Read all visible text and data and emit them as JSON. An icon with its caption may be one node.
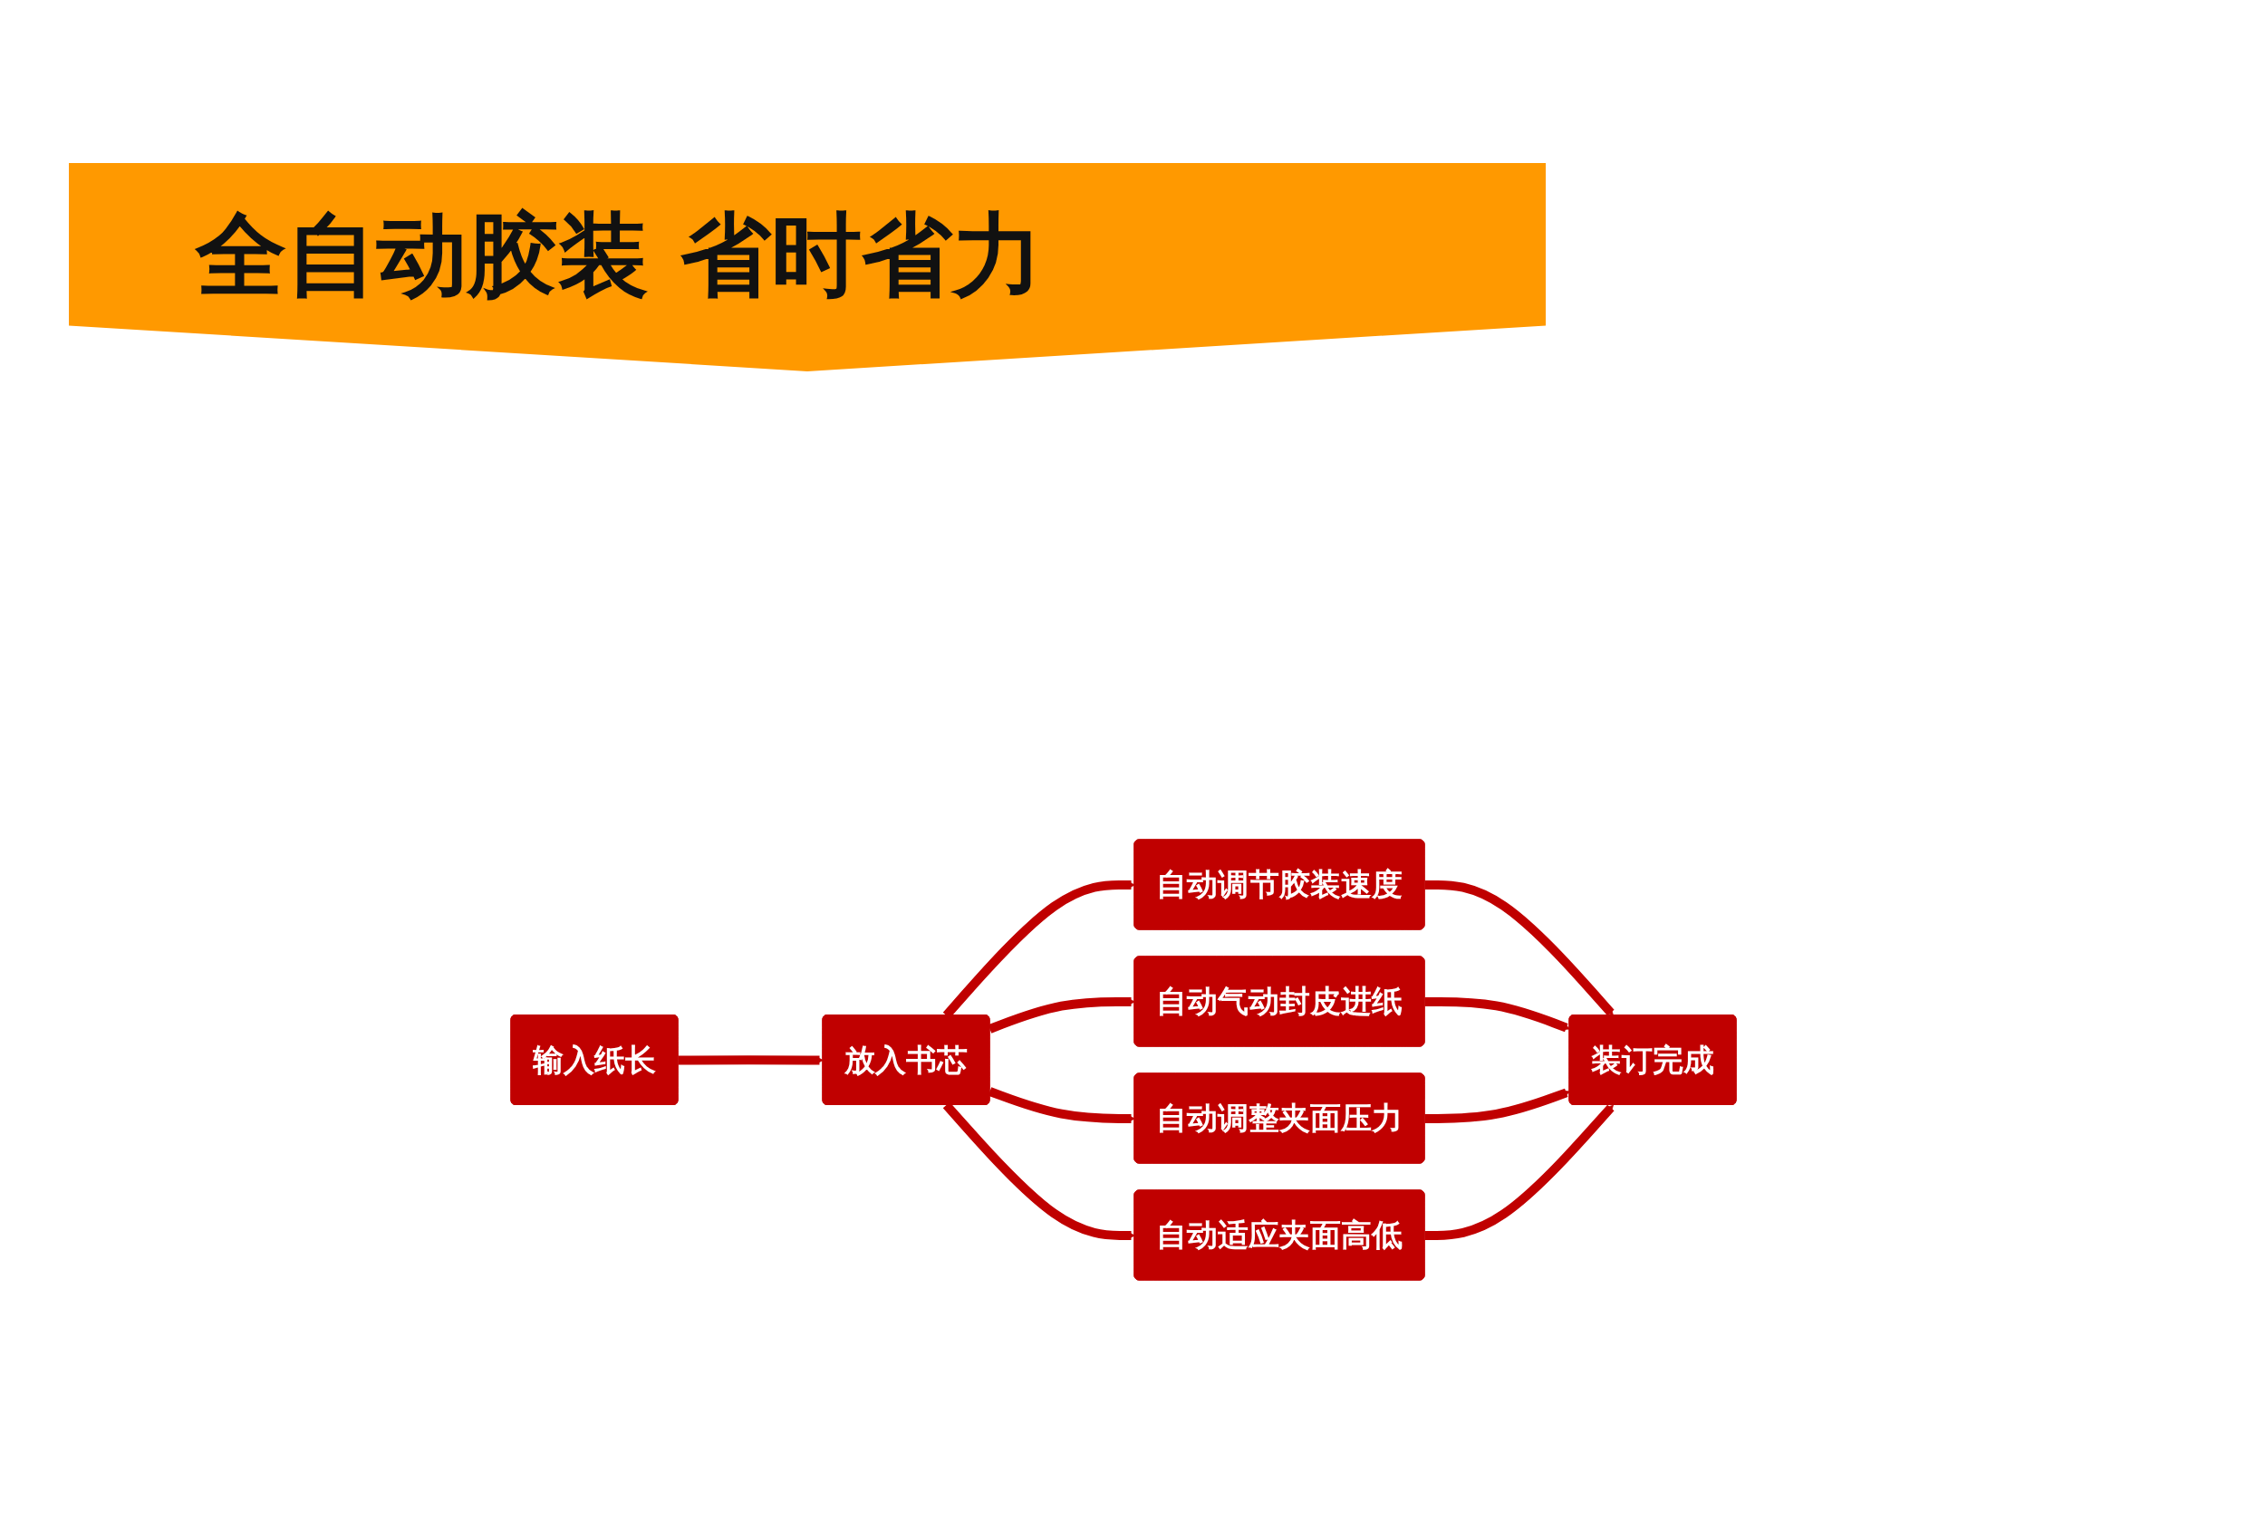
{
  "diagram": {
    "title": "全自动胶装 省时省力",
    "nodes": [
      {
        "text": [
          "输入纸长"
        ]
      },
      {
        "text": [
          "放入书芯"
        ]
      },
      {
        "text": [
          "自动调节胶装速度"
        ]
      },
      {
        "text": [
          "自动气动封皮进纸"
        ]
      },
      {
        "text": [
          "自动调整夹面压力"
        ]
      },
      {
        "text": [
          "自动适应夹面高低"
        ]
      },
      {
        "text": [
          "装订完成"
        ]
      }
    ],
    "edges": [
      {
        "from": 0,
        "to": 1,
        "arrow": "to"
      },
      {
        "from": 1,
        "to": 2,
        "arrow": "to"
      },
      {
        "from": 1,
        "to": 3,
        "arrow": "to"
      },
      {
        "from": 1,
        "to": 4,
        "arrow": "to"
      },
      {
        "from": 1,
        "to": 5,
        "arrow": "to"
      },
      {
        "from": 2,
        "to": 6,
        "arrow": "to"
      },
      {
        "from": 3,
        "to": 6,
        "arrow": "to"
      },
      {
        "from": 4,
        "to": 6,
        "arrow": "to"
      },
      {
        "from": 5,
        "to": 6,
        "arrow": "to"
      }
    ]
  }
}
